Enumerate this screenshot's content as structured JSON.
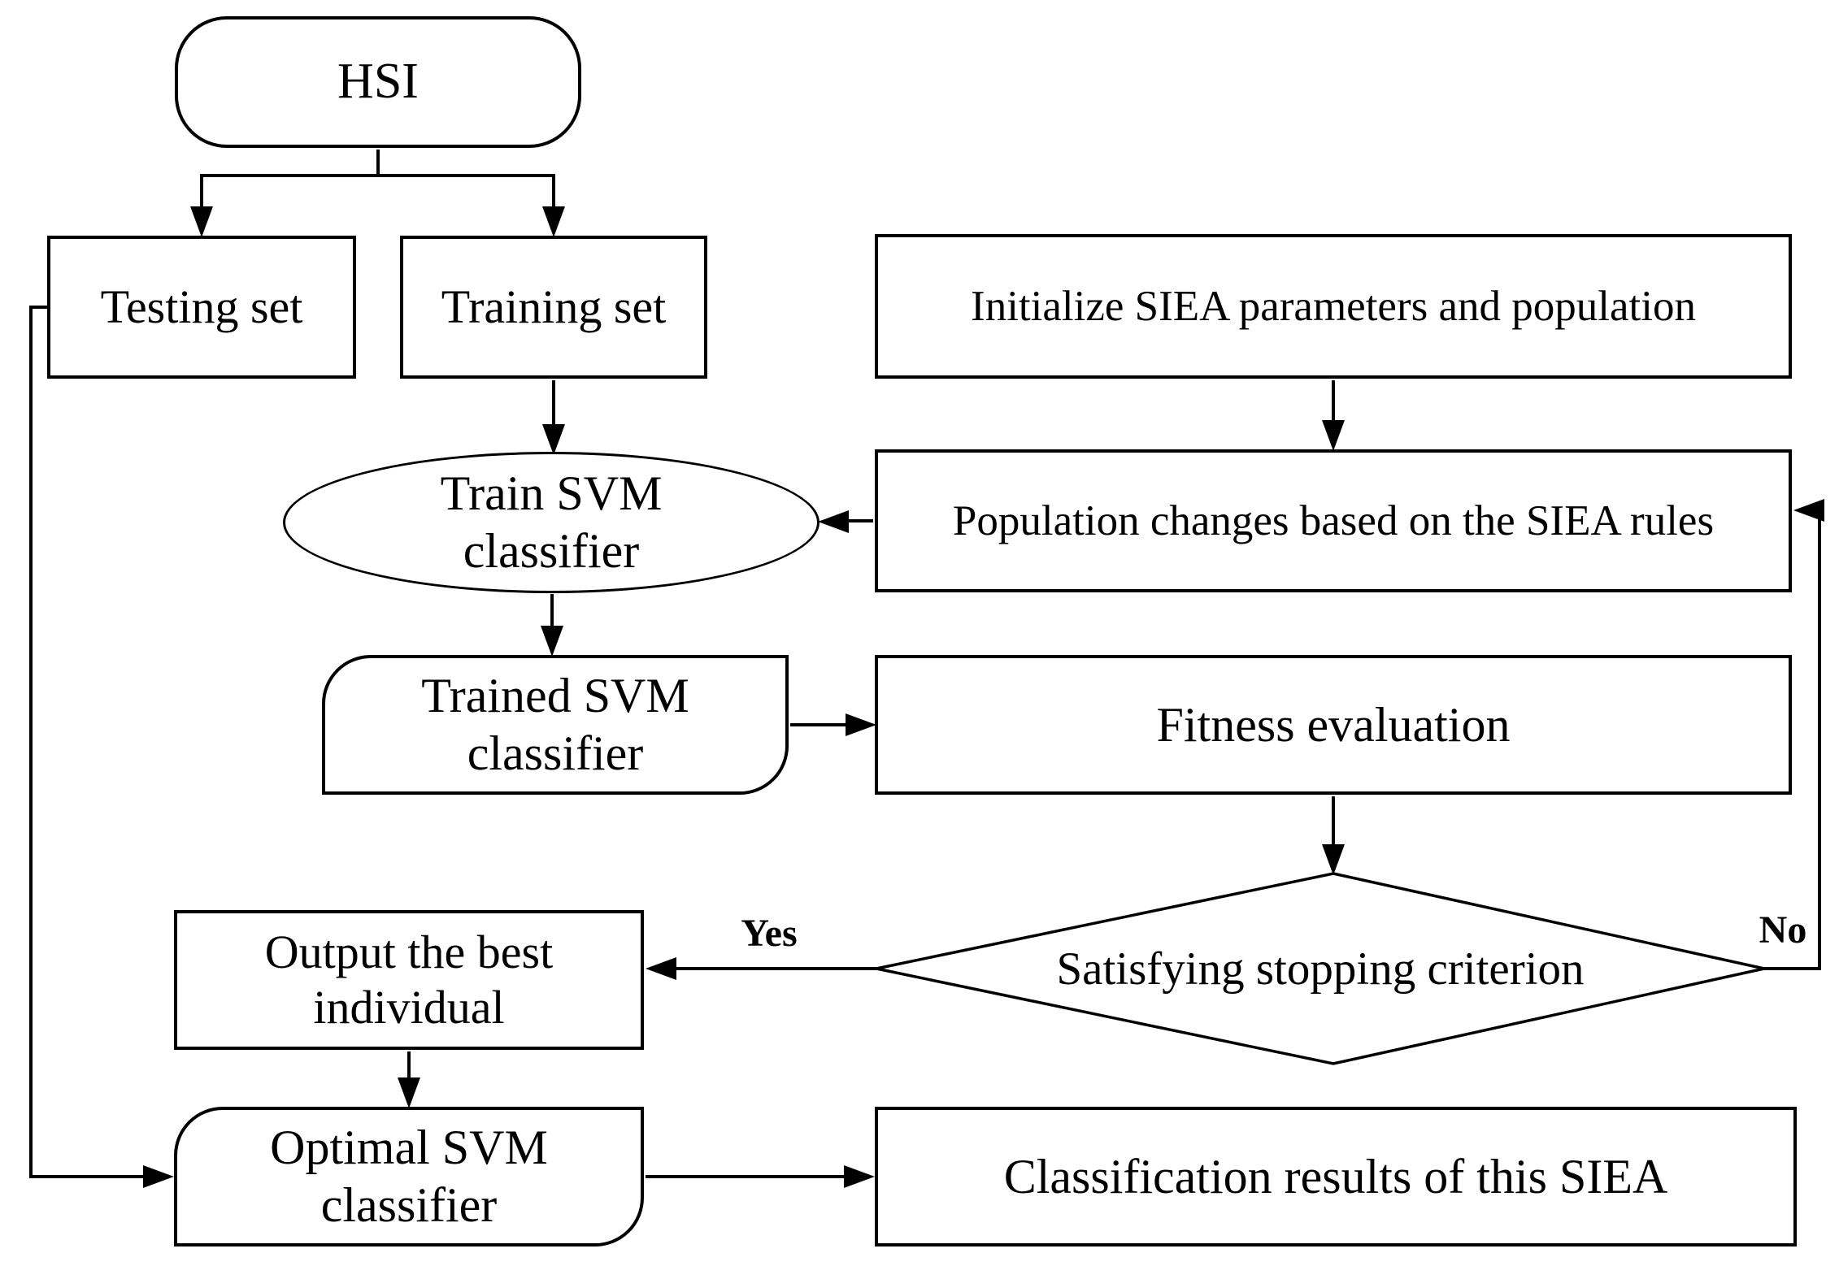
{
  "nodes": {
    "hsi": {
      "label": "HSI"
    },
    "testing_set": {
      "label": "Testing set"
    },
    "training_set": {
      "label": "Training set"
    },
    "initialize": {
      "label": "Initialize SIEA parameters and population"
    },
    "train_svm": {
      "label": "Train SVM classifier"
    },
    "population_changes": {
      "label": "Population changes based on the SIEA rules"
    },
    "trained_svm": {
      "label": "Trained SVM classifier"
    },
    "fitness_evaluation": {
      "label": "Fitness evaluation"
    },
    "stopping_criterion": {
      "label": "Satisfying stopping criterion"
    },
    "output_best": {
      "label": "Output the best individual"
    },
    "optimal_svm": {
      "label": "Optimal SVM classifier"
    },
    "classification_results": {
      "label": "Classification results of this SIEA"
    }
  },
  "edge_labels": {
    "yes": "Yes",
    "no": "No"
  },
  "colors": {
    "stroke": "#000000",
    "background": "#ffffff",
    "text": "#000000"
  }
}
